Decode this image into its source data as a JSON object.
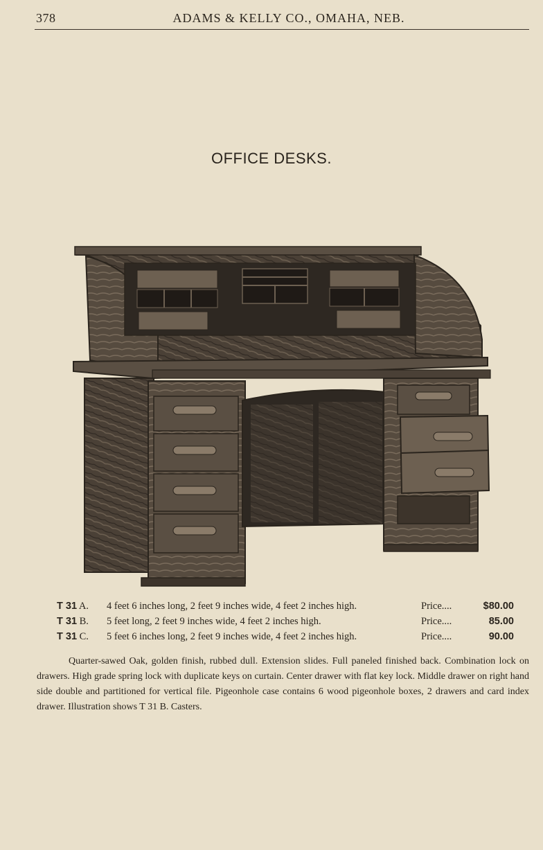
{
  "header": {
    "page_number": "378",
    "running_head": "ADAMS & KELLY CO., OMAHA, NEB."
  },
  "title": "OFFICE DESKS.",
  "illustration": {
    "subject": "roll-top office desk"
  },
  "price_list": [
    {
      "model_prefix": "T 31",
      "model_suffix": "A.",
      "description": "4 feet 6 inches long, 2 feet 9 inches wide, 4 feet 2 inches high.",
      "price_label": "Price....",
      "price": "$80.00"
    },
    {
      "model_prefix": "T 31",
      "model_suffix": "B.",
      "description": "5 feet long, 2 feet 9 inches wide, 4 feet 2 inches high.",
      "price_label": "Price....",
      "price": "85.00"
    },
    {
      "model_prefix": "T 31",
      "model_suffix": "C.",
      "description": "5 feet 6 inches long, 2 feet 9 inches wide, 4 feet 2 inches high.",
      "price_label": "Price....",
      "price": "90.00"
    }
  ],
  "description": "Quarter-sawed Oak, golden finish, rubbed dull. Extension slides. Full paneled finished back. Combination lock on drawers. High grade spring lock with duplicate keys on curtain. Center drawer with flat key lock. Middle drawer on right hand side double and partitioned for vertical file. Pigeonhole case contains 6 wood pigeonhole boxes, 2 drawers and card index drawer. Illustration shows T 31 B. Casters.",
  "colors": {
    "paper": "#e9e0cb",
    "ink": "#2a241d",
    "wood_dark": "#3d342b",
    "wood_mid": "#5a4f43",
    "wood_light": "#7a6c5c"
  }
}
